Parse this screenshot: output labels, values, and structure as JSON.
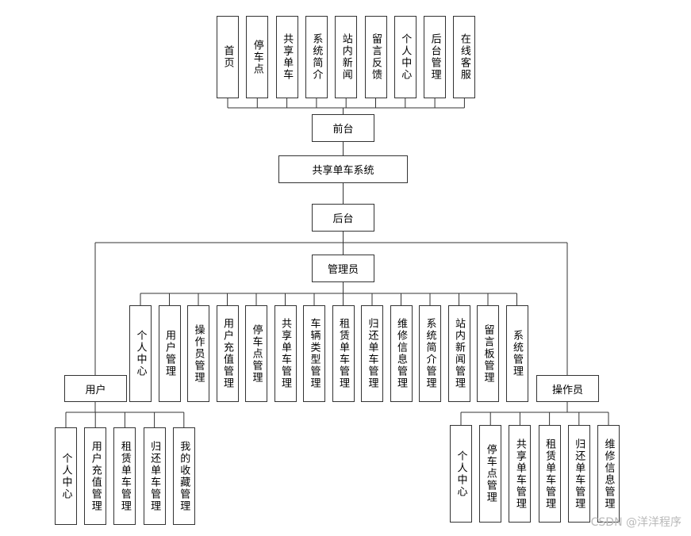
{
  "frontend_items": [
    "首页",
    "停车点",
    "共享单车",
    "系统简介",
    "站内新闻",
    "留言反馈",
    "个人中心",
    "后台管理",
    "在线客服"
  ],
  "frontend": "前台",
  "system": "共享单车系统",
  "backend": "后台",
  "admin": "管理员",
  "admin_items": [
    "个人中心",
    "用户管理",
    "操作员管理",
    "用户充值管理",
    "停车点管理",
    "共享单车管理",
    "车辆类型管理",
    "租赁单车管理",
    "归还单车管理",
    "维修信息管理",
    "系统简介管理",
    "站内新闻管理",
    "留言板管理",
    "系统管理"
  ],
  "user": "用户",
  "user_items": [
    "个人中心",
    "用户充值管理",
    "租赁单车管理",
    "归还单车管理",
    "我的收藏管理"
  ],
  "operator": "操作员",
  "operator_items": [
    "个人中心",
    "停车点管理",
    "共享单车管理",
    "租赁单车管理",
    "归还单车管理",
    "维修信息管理"
  ],
  "watermark": "CSDN @洋洋程序"
}
